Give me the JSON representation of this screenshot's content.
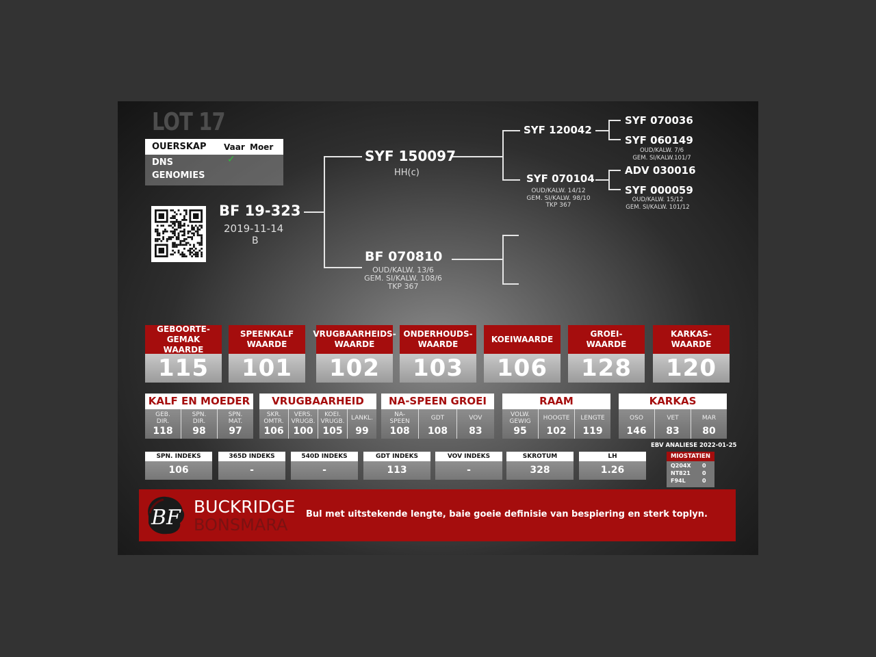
{
  "lot": "LOT 17",
  "parentage": {
    "title": "OUERSKAP",
    "col_sire": "Vaar",
    "col_dam": "Moer",
    "rows": [
      "DNS",
      "GENOMIES"
    ],
    "check": "✓"
  },
  "bull": {
    "id": "BF 19-323",
    "date": "2019-11-14",
    "grade": "B"
  },
  "pedigree": {
    "sire": {
      "name": "SYF 150097",
      "sub": "HH(c)"
    },
    "dam": {
      "name": "BF 070810",
      "lines": [
        "OUD/KALW. 13/6",
        "GEM. SI/KALW. 108/6",
        "TKP 367"
      ]
    },
    "sire_sire": {
      "name": "SYF 120042"
    },
    "sire_dam": {
      "name": "SYF 070104",
      "lines": [
        "OUD/KALW. 14/12",
        "GEM. SI/KALW. 98/10",
        "TKP 367"
      ]
    },
    "ss_sire": {
      "name": "SYF 070036"
    },
    "ss_dam": {
      "name": "SYF 060149",
      "lines": [
        "OUD/KALW. 7/6",
        "GEM. SI/KALW.101/7"
      ]
    },
    "sd_sire": {
      "name": "ADV 030016"
    },
    "sd_dam": {
      "name": "SYF 000059",
      "lines": [
        "OUD/KALW. 15/12",
        "GEM. SI/KALW. 101/12"
      ]
    }
  },
  "ebv": [
    {
      "label": "GEBOORTE-\nGEMAK WAARDE",
      "value": "115"
    },
    {
      "label": "SPEENKALF\nWAARDE",
      "value": "101"
    },
    {
      "label": "VRUGBAARHEIDS-\nWAARDE",
      "value": "102"
    },
    {
      "label": "ONDERHOUDS-\nWAARDE",
      "value": "103"
    },
    {
      "label": "KOEIWAARDE",
      "value": "106"
    },
    {
      "label": "GROEI-\nWAARDE",
      "value": "128"
    },
    {
      "label": "KARKAS-\nWAARDE",
      "value": "120"
    }
  ],
  "groups": [
    {
      "title": "KALF EN MOEDER",
      "items": [
        {
          "l": "GEB.\nDIR.",
          "v": "118"
        },
        {
          "l": "SPN.\nDIR.",
          "v": "98"
        },
        {
          "l": "SPN.\nMAT.",
          "v": "97"
        }
      ]
    },
    {
      "title": "VRUGBAARHEID",
      "items": [
        {
          "l": "SKR.\nOMTR.",
          "v": "106"
        },
        {
          "l": "VERS.\nVRUGB.",
          "v": "100"
        },
        {
          "l": "KOEI.\nVRUGB.",
          "v": "105"
        },
        {
          "l": "LANKL.",
          "v": "99"
        }
      ]
    },
    {
      "title": "NA-SPEEN GROEI",
      "items": [
        {
          "l": "NA-\nSPEEN",
          "v": "108"
        },
        {
          "l": "GDT",
          "v": "108"
        },
        {
          "l": "VOV",
          "v": "83"
        }
      ]
    },
    {
      "title": "RAAM",
      "items": [
        {
          "l": "VOLW.\nGEWIG",
          "v": "95"
        },
        {
          "l": "HOOGTE",
          "v": "102"
        },
        {
          "l": "LENGTE",
          "v": "119"
        }
      ]
    },
    {
      "title": "KARKAS",
      "items": [
        {
          "l": "OSO",
          "v": "146"
        },
        {
          "l": "VET",
          "v": "83"
        },
        {
          "l": "MAR",
          "v": "80"
        }
      ]
    }
  ],
  "indices": [
    {
      "label": "SPN. INDEKS",
      "value": "106"
    },
    {
      "label": "365D INDEKS",
      "value": "-"
    },
    {
      "label": "540D INDEKS",
      "value": "-"
    },
    {
      "label": "GDT INDEKS",
      "value": "113"
    },
    {
      "label": "VOV INDEKS",
      "value": "-"
    },
    {
      "label": "SKROTUM",
      "value": "328"
    },
    {
      "label": "LH",
      "value": "1.26"
    }
  ],
  "ebv_date": "EBV ANALIESE 2022-01-25",
  "miostatien": {
    "title": "MIOSTATIEN",
    "rows": [
      {
        "k": "Q204X",
        "v": "0"
      },
      {
        "k": "NT821",
        "v": "0"
      },
      {
        "k": "F94L",
        "v": "0"
      }
    ]
  },
  "footer": {
    "logo_text": "BF",
    "brand_top": "BUCKRIDGE",
    "brand_bottom": "BONSMARA",
    "description": "Bul met uitstekende lengte, baie goeie definisie van bespiering en sterk toplyn."
  }
}
